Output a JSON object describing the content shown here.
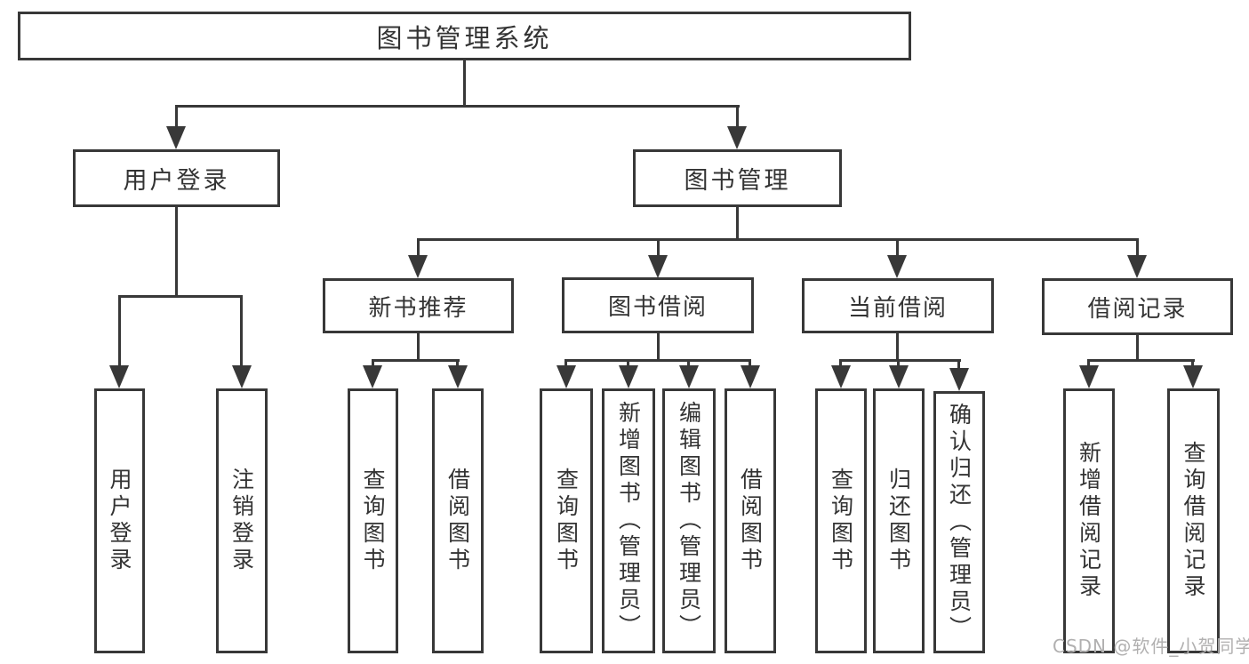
{
  "diagram": {
    "title": "图书管理系统",
    "level2": {
      "user_login": "用户登录",
      "book_management": "图书管理"
    },
    "level3": {
      "new_book_recommendation": "新书推荐",
      "book_borrowing": "图书借阅",
      "current_borrowing": "当前借阅",
      "borrowing_records": "借阅记录"
    },
    "leaves": {
      "user_login": "用户登录",
      "logout": "注销登录",
      "nb_query_books": "查询图书",
      "nb_borrow_books": "借阅图书",
      "bb_query_books": "查询图书",
      "bb_add_books_admin": "新增图书（管理员）",
      "bb_edit_books_admin": "编辑图书（管理员）",
      "bb_borrow_books": "借阅图书",
      "cb_query_books": "查询图书",
      "cb_return_books": "归还图书",
      "cb_confirm_return_admin": "确认归还（管理员）",
      "br_add_record": "新增借阅记录",
      "br_query_record": "查询借阅记录"
    },
    "watermark": "CSDN @软件_小贺同学",
    "colors": {
      "line": "#383838",
      "text": "#333333",
      "watermark_text": "#b1b0b0",
      "background": "#ffffff"
    }
  }
}
